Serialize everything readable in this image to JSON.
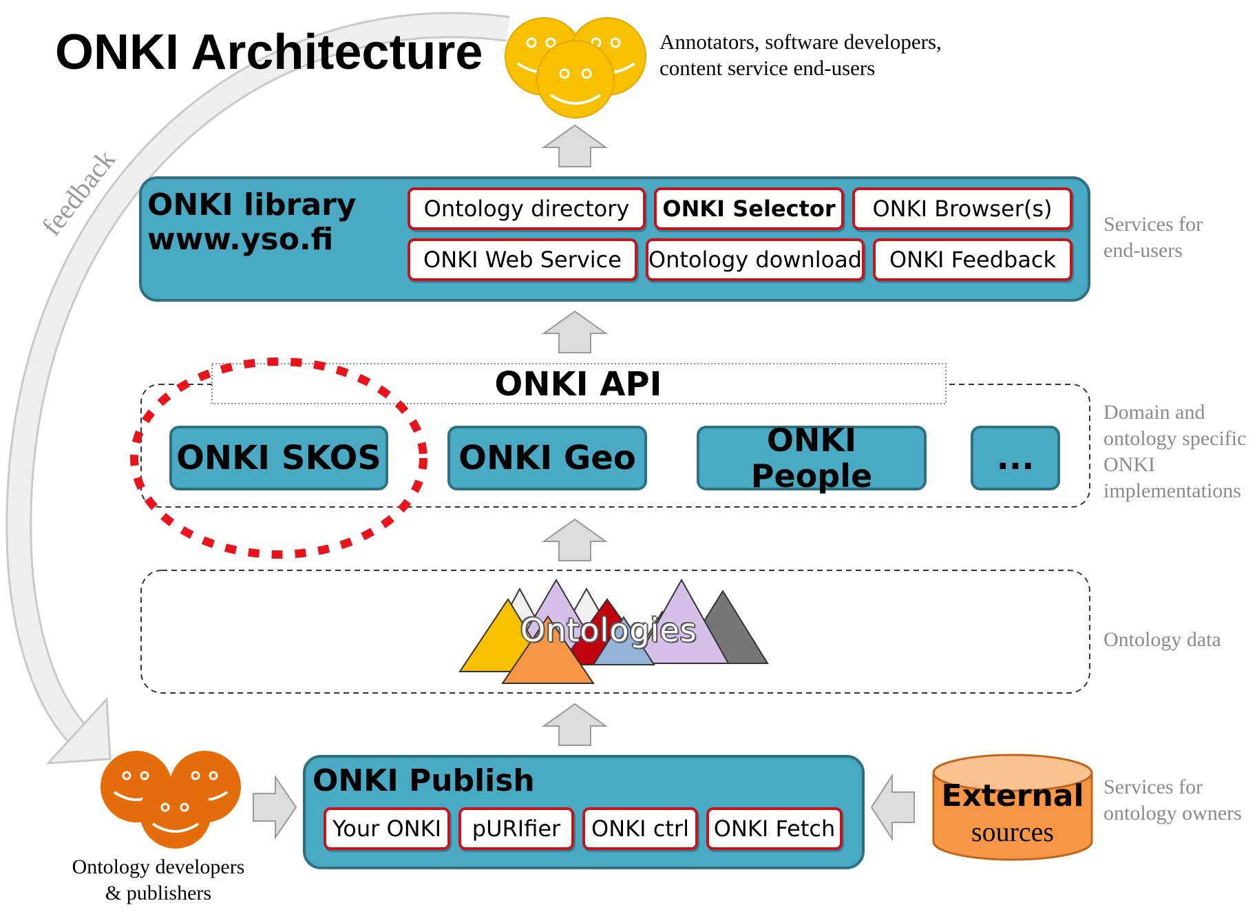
{
  "title": "ONKI Architecture",
  "users_caption": [
    "Annotators, software developers,",
    "content service end-users"
  ],
  "feedback_label": "feedback",
  "library": {
    "title_line1": "ONKI library",
    "title_line2": "www.yso.fi",
    "services": [
      "Ontology directory",
      "ONKI Selector",
      "ONKI Browser(s)",
      "ONKI Web Service",
      "Ontology download",
      "ONKI Feedback"
    ]
  },
  "api": {
    "label": "ONKI API",
    "implementations": [
      "ONKI SKOS",
      "ONKI Geo",
      "ONKI People",
      "..."
    ]
  },
  "ontologies_label": "Ontologies",
  "publish": {
    "title": "ONKI Publish",
    "tools": [
      "Your ONKI",
      "pURIfier",
      "ONKI ctrl",
      "ONKI Fetch"
    ]
  },
  "external": {
    "title": "External",
    "subtitle": "sources"
  },
  "developers_caption": [
    "Ontology developers",
    "& publishers"
  ],
  "side_labels": {
    "services_end_users": [
      "Services for",
      "end-users"
    ],
    "domain_specific": [
      "Domain and",
      "ontology specific",
      "ONKI",
      "implementations"
    ],
    "ontology_data": [
      "Ontology data"
    ],
    "services_owners": [
      "Services for",
      "ontology owners"
    ]
  },
  "colors": {
    "panel_teal": "#4aaac4",
    "chip_border": "#c2151c",
    "highlight_dots": "#e8141b",
    "smiley_yellow": "#f7c100",
    "smiley_orange": "#e46c0a",
    "external_orange": "#f79646"
  },
  "icons": [
    "smiley-face-icon",
    "up-arrow-icon",
    "right-arrow-icon",
    "left-arrow-icon",
    "database-cylinder-icon",
    "triangle-icon"
  ]
}
